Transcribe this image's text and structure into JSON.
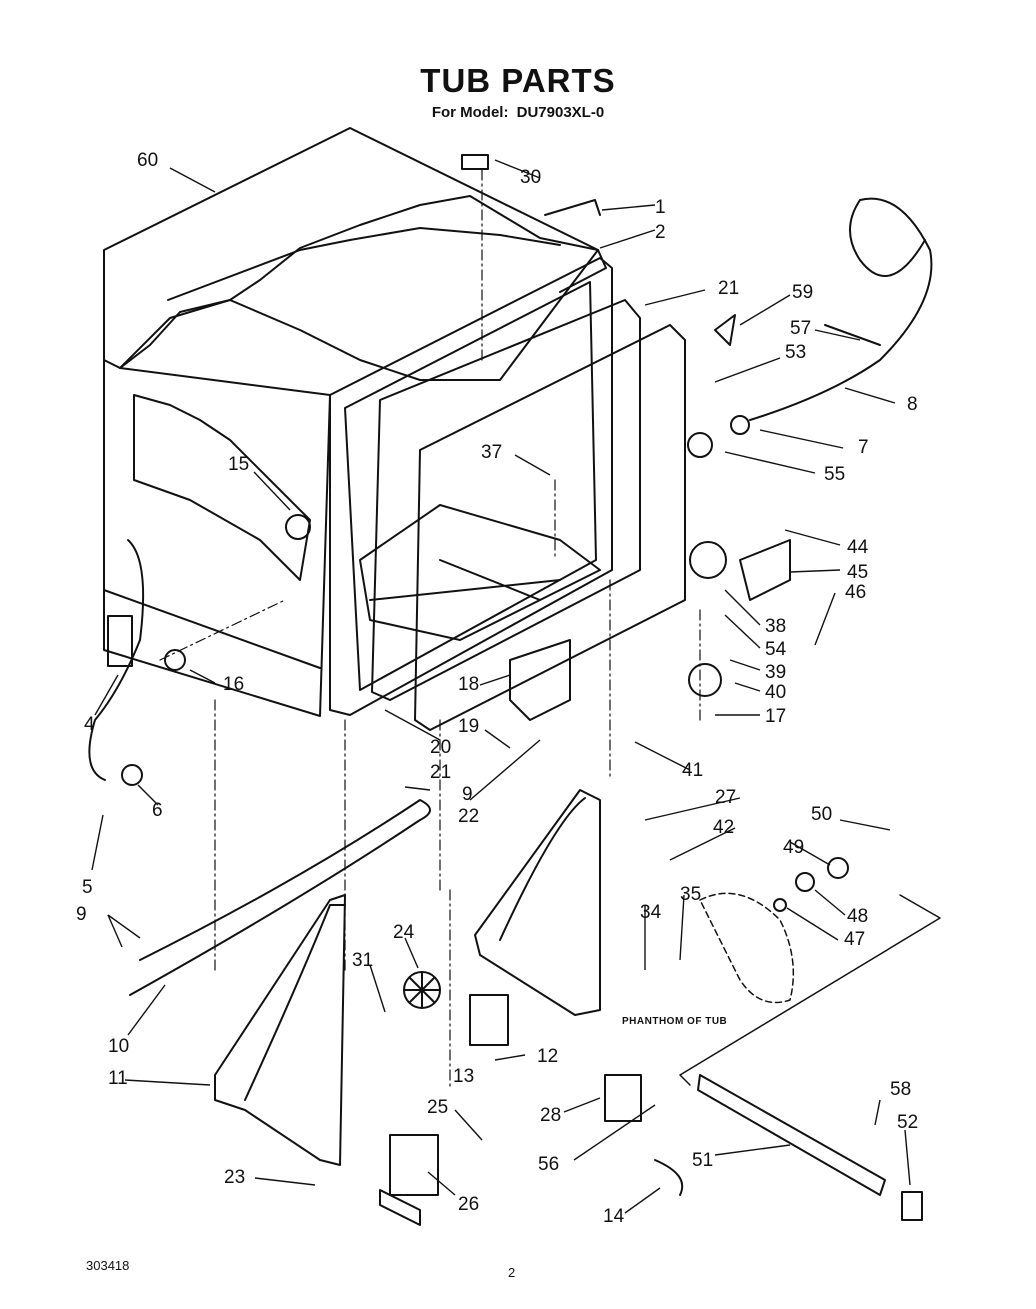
{
  "title": "TUB PARTS",
  "model_label": "For Model:",
  "model_number": "DU7903XL-0",
  "phantom_label": "PHANTHOM OF TUB",
  "doc_number": "303418",
  "page_number": "2",
  "part_labels": [
    "60",
    "30",
    "1",
    "2",
    "21",
    "59",
    "57",
    "53",
    "8",
    "7",
    "55",
    "37",
    "15",
    "44",
    "45",
    "46",
    "38",
    "54",
    "39",
    "40",
    "17",
    "16",
    "18",
    "19",
    "20",
    "21",
    "41",
    "4",
    "22",
    "9",
    "6",
    "27",
    "50",
    "42",
    "49",
    "5",
    "9",
    "35",
    "34",
    "48",
    "47",
    "24",
    "31",
    "10",
    "12",
    "13",
    "11",
    "28",
    "56",
    "25",
    "58",
    "52",
    "51",
    "23",
    "26",
    "14"
  ]
}
